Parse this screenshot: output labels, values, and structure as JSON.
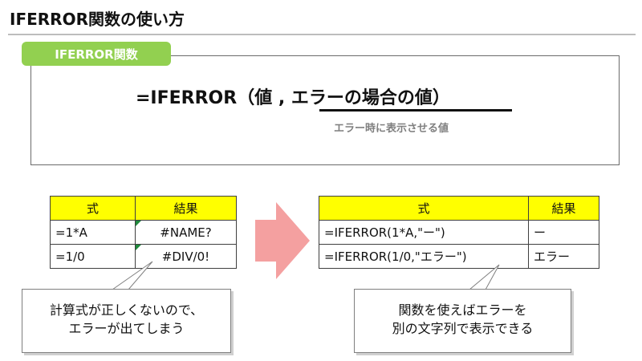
{
  "header": {
    "title": "IFERROR関数の使い方"
  },
  "syntax": {
    "tag": "IFERROR関数",
    "formula": "=IFERROR（値 , エラーの場合の値）",
    "note": "エラー時に表示させる値"
  },
  "left_table": {
    "headers": [
      "式",
      "結果"
    ],
    "rows": [
      {
        "formula": "=1*A",
        "result": "#NAME?"
      },
      {
        "formula": "=1/0",
        "result": "#DIV/0!"
      }
    ]
  },
  "right_table": {
    "headers": [
      "式",
      "結果"
    ],
    "rows": [
      {
        "formula": "=IFERROR(1*A,\"ー\")",
        "result": "ー"
      },
      {
        "formula": "=IFERROR(1/0,\"エラー\")",
        "result": "エラー"
      }
    ]
  },
  "callouts": {
    "left": [
      "計算式が正しくないので、",
      "エラーが出てしまう"
    ],
    "right": [
      "関数を使えばエラーを",
      "別の文字列で表示できる"
    ]
  },
  "colors": {
    "tag_green": "#92d050",
    "header_yellow": "#ffff00",
    "arrow_pink": "#f4a0a0",
    "error_triangle": "#1f8a3c"
  }
}
